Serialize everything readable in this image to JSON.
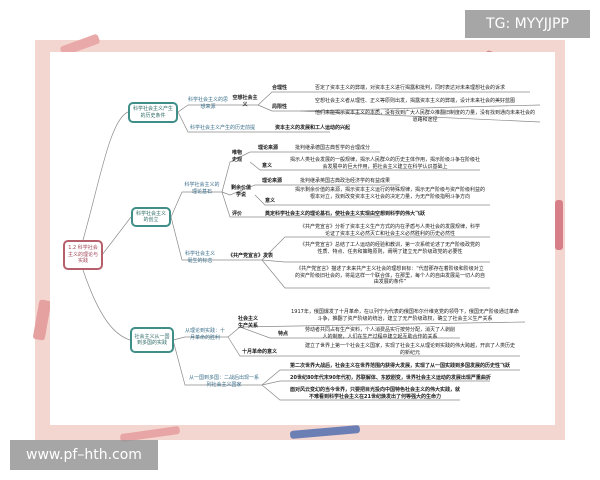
{
  "watermarks": {
    "top_right": "TG: MYYJJPP",
    "bottom_left": "www.pf–hth.com"
  },
  "colors": {
    "background": "#f4d6d0",
    "branch_box": "#3f8f88",
    "root_box": "#b5606a"
  },
  "root": "1.2 科学社会主义的理论与实践",
  "branches": [
    {
      "title": "科学社会主义产生的历史条件",
      "sub": [
        {
          "label": "科学社会主义的思想来源",
          "node": "空想社会主义",
          "items": [
            {
              "label": "合理性",
              "text": "否定了资本主义的弊端，对资本主义进行揭露和批判，同时表达对未来理想社会的诉求"
            },
            {
              "label": "局限性",
              "text": "空想社会主义者从理性、正义等原则出发，揭露资本主义的弊端，设计未来社会的美好蓝图",
              "text2": "他们未能揭示资本主义的本质，没有找到广大人民群众推翻旧制度的力量，没有找到通向未来社会的道路和途径"
            }
          ]
        },
        {
          "label": "科学社会主义产生的历史前提",
          "text": "资本主义的发展和工人运动的兴起"
        }
      ]
    },
    {
      "title": "科学社会主义的创立",
      "sub": [
        {
          "label": "科学社会主义的理论基石",
          "nodes": [
            {
              "label": "唯物史观",
              "items": [
                {
                  "label": "理论来源",
                  "text": "批判继承德国古典哲学的合理成分"
                },
                {
                  "label": "意义",
                  "text": "揭示人类社会发展的一般规律，揭示人民群众的历史主体作用，揭示阶级斗争在阶级社会发展中的巨大作用，把社会主义建立在科学认识基础上"
                }
              ]
            },
            {
              "label": "剩余价值学说",
              "items": [
                {
                  "label": "理论来源",
                  "text": "批判继承英国古典政治经济学的有益成果"
                },
                {
                  "label": "意义",
                  "text": "揭示剩余价值的来源，揭示资本主义运行的特殊规律，揭示无产阶级与资产阶级利益的根本对立，找到改变资本主义社会的决定力量，为无产阶级指明斗争方向"
                }
              ]
            },
            {
              "label": "评价",
              "text": "奠定科学社会主义的理论基石，使社会主义实现由空想到科学的伟大飞跃"
            }
          ]
        },
        {
          "label": "科学社会主义诞生的标志",
          "node": "《共产党宣言》发表",
          "items": [
            "《共产党宣言》分析了资本主义生产方式的内在矛盾与人类社会的发展规律，科学论证了资本主义必然灭亡和社会主义必然胜利的历史必然性",
            "《共产党宣言》总结了工人运动的经验和教训，第一次系统论述了无产阶级政党的性质、特点、任务和策略原则，阐明了建立无产阶级政党的必要性",
            "《共产党宣言》描述了未来共产主义社会的理想目标：“代替那存在着阶级和阶级对立的资产阶级旧社会的，将是这样一个联合体，在那里，每个人的自由发展是一切人的自由发展的条件”"
          ]
        }
      ]
    },
    {
      "title": "社会主义从一国到多国的实践",
      "sub": [
        {
          "label": "从理论到实践：十月革命的胜利",
          "nodes": [
            {
              "label": "社会主义生产关系",
              "text": "1917年，俄国爆发了十月革命，在以列宁为代表的俄国布尔什维克党的领导下，俄国无产阶级通过革命斗争，推翻了资产阶级的统治，建立了无产阶级政权，确立了社会主义生产关系"
            },
            {
              "label": "特点",
              "text": "劳动者共同占有生产资料，个人消费品实行按劳分配，消灭了人剥削人的制度，人们在生产过程中建立起互助合作的关系"
            },
            {
              "label": "十月革命的意义",
              "text": "建立了世界上第一个社会主义国家，实现了社会主义从理论到实践的伟大跨越，开启了人类历史的新纪元"
            }
          ]
        },
        {
          "label": "从一国到多国：二战后出现一系列社会主义国家",
          "items": [
            "第二次世界大战后，社会主义在世界范围内获得大发展，实现了从一国实践到多国发展的历史性飞跃",
            "20世纪80年代末90年代初，苏联解体、东欧剧变，世界社会主义运动的发展出现严重曲折",
            "面对风云变幻的当今世界，只要把目光投向中国特色社会主义的伟大实践，就不难看到科学社会主义在21世纪焕发出了何等强大的生命力"
          ]
        }
      ]
    }
  ]
}
